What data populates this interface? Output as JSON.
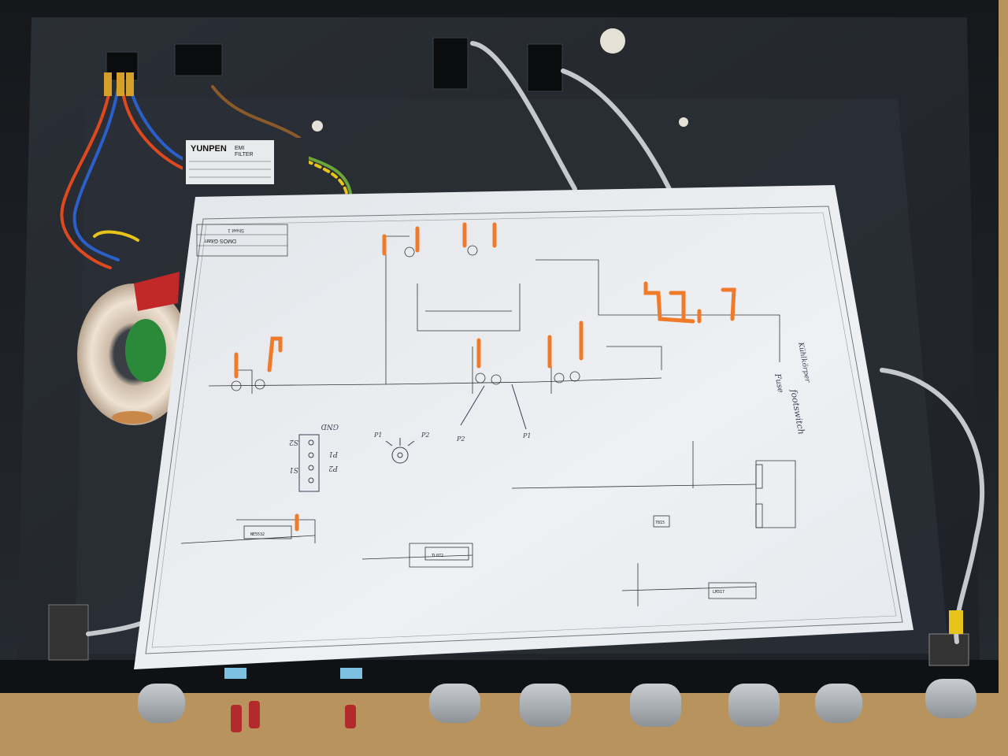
{
  "filter": {
    "brand": "YUNPEN",
    "type_line1": "EMI",
    "type_line2": "FILTER"
  },
  "schematic": {
    "title_block": {
      "name": "DMOS Gitarr",
      "sheet": "Sheet 1"
    },
    "handwritten": {
      "footswitch": "footswitch",
      "fuse": "Fuse",
      "pin_gnd": "GND",
      "pin_s1": "S1",
      "pin_s2": "S2",
      "pin_p1": "P1",
      "pin_p2": "P2",
      "pot_p1": "P1",
      "pot_p2": "P2",
      "arrow_p1": "P1",
      "arrow_p2": "P2",
      "power_note": "Kühlkörper"
    },
    "ic_labels": [
      "NE5532",
      "TL072",
      "LM317",
      "7815"
    ]
  },
  "colors": {
    "table_wood": "#b8935e",
    "chassis": "#1c1f24",
    "paper": "#eef0f2",
    "highlighter": "#ef7a2a",
    "toroid": "#e7d7c7"
  }
}
